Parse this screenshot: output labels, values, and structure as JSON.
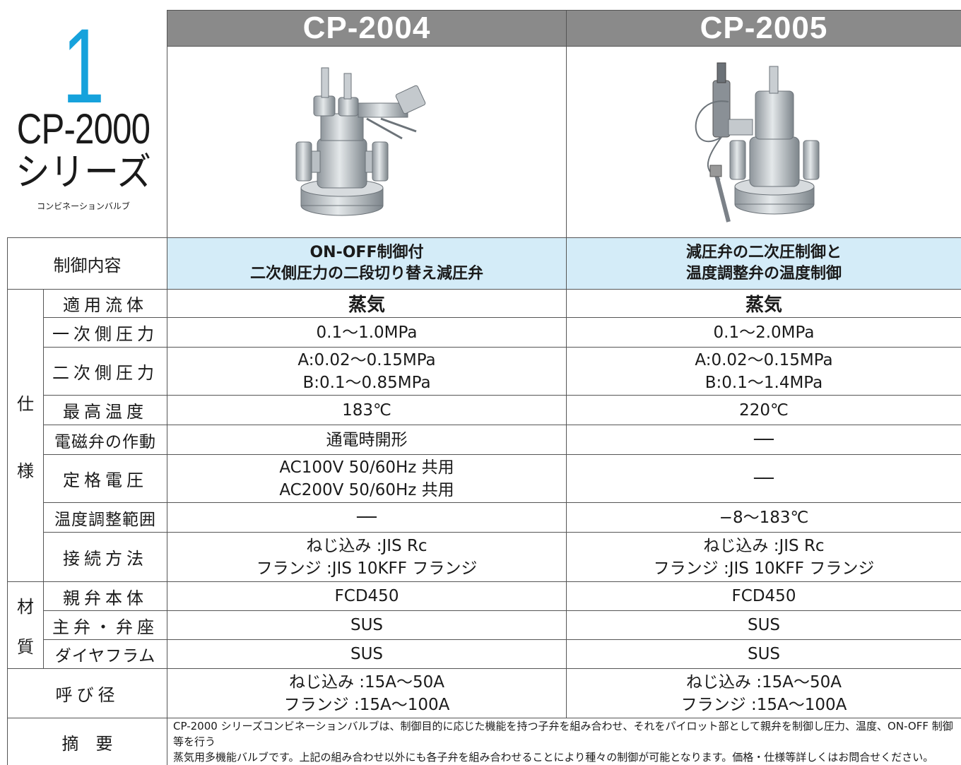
{
  "series": {
    "number": "1",
    "name": "CP-2000",
    "suffix": "シリーズ",
    "subtitle": "コンビネーションバルブ"
  },
  "models": [
    "CP-2004",
    "CP-2005"
  ],
  "control": {
    "label": "制御内容",
    "values": [
      [
        "ON-OFF制御付",
        "二次側圧力の二段切り替え減圧弁"
      ],
      [
        "減圧弁の二次圧制御と",
        "温度調整弁の温度制御"
      ]
    ]
  },
  "spec_group": "仕\n\n様",
  "spec_group_chars": [
    "仕",
    "様"
  ],
  "spec_rows": [
    {
      "label": "適用流体",
      "values": [
        [
          "蒸気"
        ],
        [
          "蒸気"
        ]
      ]
    },
    {
      "label": "一次側圧力",
      "values": [
        [
          "0.1〜1.0MPa"
        ],
        [
          "0.1〜2.0MPa"
        ]
      ]
    },
    {
      "label": "二次側圧力",
      "values": [
        [
          "A:0.02〜0.15MPa",
          "B:0.1〜0.85MPa"
        ],
        [
          "A:0.02〜0.15MPa",
          "B:0.1〜1.4MPa"
        ]
      ]
    },
    {
      "label": "最高温度",
      "values": [
        [
          "183℃"
        ],
        [
          "220℃"
        ]
      ]
    },
    {
      "label": "電磁弁の作動",
      "values": [
        [
          "通電時開形"
        ],
        [
          "──"
        ]
      ]
    },
    {
      "label": "定格電圧",
      "values": [
        [
          "AC100V 50/60Hz 共用",
          "AC200V 50/60Hz 共用"
        ],
        [
          "──"
        ]
      ]
    },
    {
      "label": "温度調整範囲",
      "values": [
        [
          "──"
        ],
        [
          "−8〜183℃"
        ]
      ]
    },
    {
      "label": "接続方法",
      "values": [
        [
          "ねじ込み :JIS Rc",
          "フランジ :JIS 10KFF フランジ"
        ],
        [
          "ねじ込み :JIS Rc",
          "フランジ :JIS 10KFF フランジ"
        ]
      ]
    }
  ],
  "material_group_chars": [
    "材",
    "質"
  ],
  "material_rows": [
    {
      "label": "親弁本体",
      "values": [
        "FCD450",
        "FCD450"
      ]
    },
    {
      "label": "主弁・弁座",
      "values": [
        "SUS",
        "SUS"
      ]
    },
    {
      "label": "ダイヤフラム",
      "values": [
        "SUS",
        "SUS"
      ]
    }
  ],
  "size": {
    "label": "呼び径",
    "values": [
      [
        "ねじ込み :15A〜50A",
        "フランジ :15A〜100A"
      ],
      [
        "ねじ込み :15A〜50A",
        "フランジ :15A〜100A"
      ]
    ]
  },
  "summary": {
    "label": "摘　要",
    "lines": [
      "CP-2000 シリーズコンビネーションバルブは、制御目的に応じた機能を持つ子弁を組み合わせ、それをパイロット部として親弁を制御し圧力、温度、ON-OFF 制御等を行う",
      "蒸気用多機能バルブです。上記の組み合わせ以外にも各子弁を組み合わせることにより種々の制御が可能となります。価格・仕様等詳しくはお問合せください。"
    ]
  }
}
